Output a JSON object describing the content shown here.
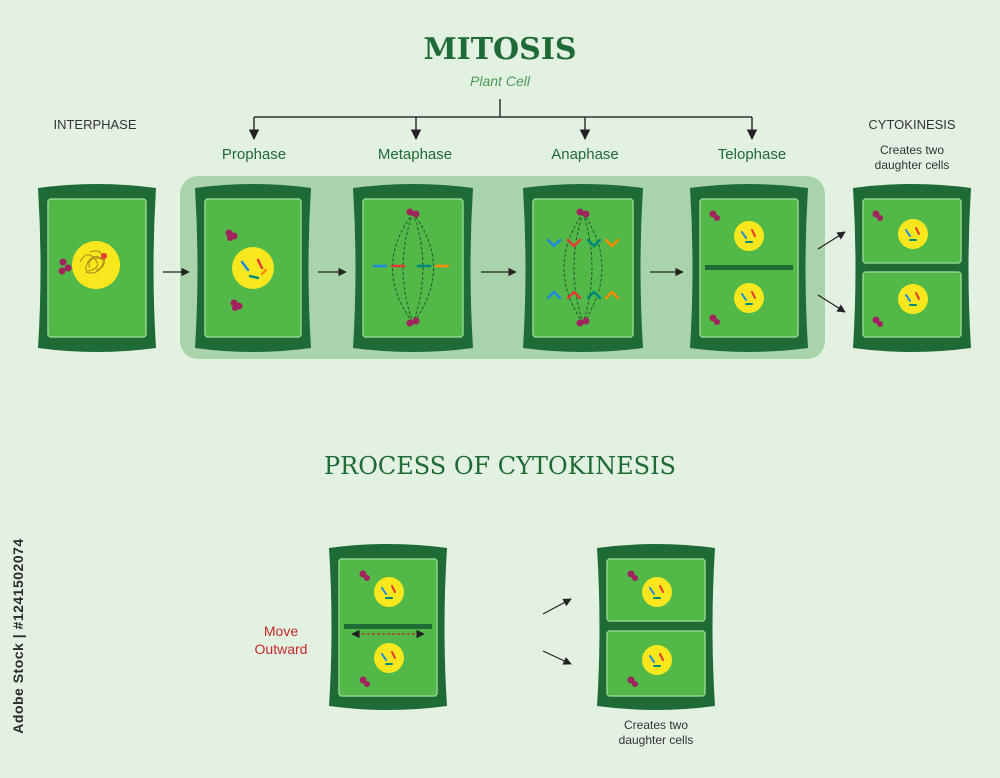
{
  "title": "MITOSIS",
  "subtitle": "Plant Cell",
  "stages": {
    "interphase": "INTERPHASE",
    "prophase": "Prophase",
    "metaphase": "Metaphase",
    "anaphase": "Anaphase",
    "telophase": "Telophase",
    "cytokinesis": "CYTOKINESIS",
    "cytokinesis_note": [
      "Creates two",
      "daughter cells"
    ]
  },
  "process": {
    "title": "PROCESS OF CYTOKINESIS",
    "move_label": [
      "Move",
      "Outward"
    ],
    "result_note": [
      "Creates two",
      "daughter cells"
    ]
  },
  "watermark": "Adobe Stock | #1241502074",
  "colors": {
    "background": "#e3f1e3",
    "cell_wall": "#1f6b35",
    "cytoplasm": "#52b848",
    "nucleus": "#f8e71c",
    "title_green": "#1e6b35",
    "highlight_band": "#a9d3ab",
    "red_text": "#c62828"
  }
}
